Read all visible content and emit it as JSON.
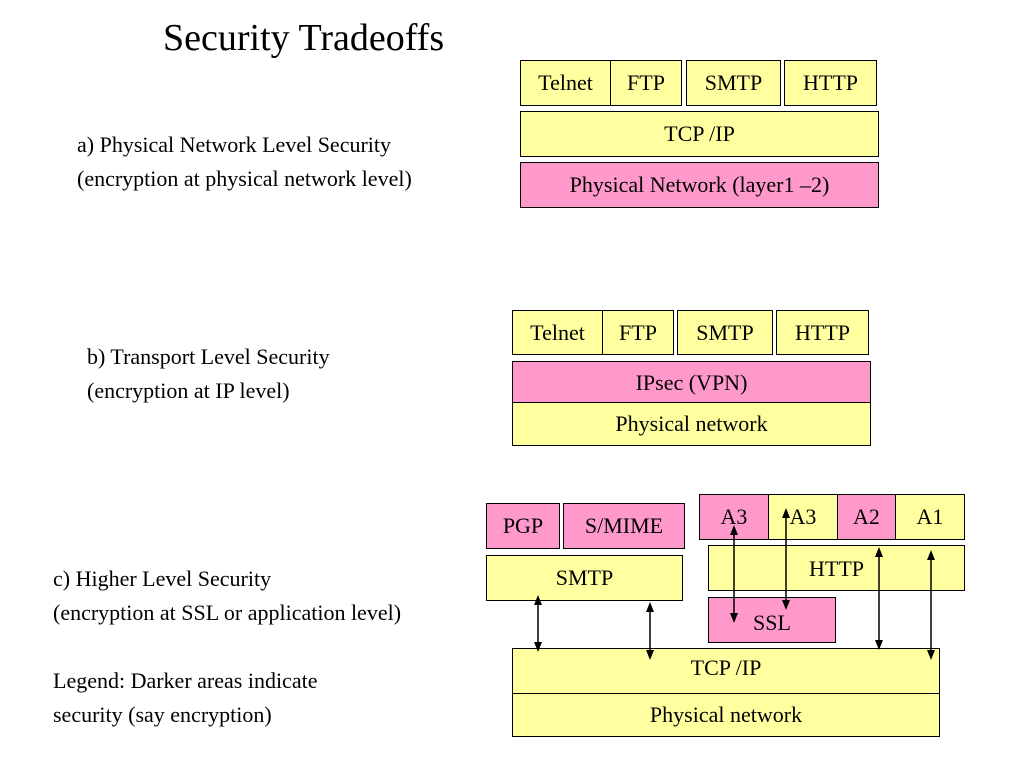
{
  "title": "Security Tradeoffs",
  "section_a": {
    "line1": "a) Physical Network Level Security",
    "line2": "(encryption at physical network level)",
    "apps": [
      "Telnet",
      "FTP",
      "SMTP",
      "HTTP"
    ],
    "transport": "TCP /IP",
    "physical": "Physical Network (layer1 –2)"
  },
  "section_b": {
    "line1": "b) Transport Level Security",
    "line2": "(encryption at IP level)",
    "apps": [
      "Telnet",
      "FTP",
      "SMTP",
      "HTTP"
    ],
    "secure_layer": "IPsec (VPN)",
    "physical": "Physical network"
  },
  "section_c": {
    "line1": "c) Higher Level Security",
    "line2": "(encryption at SSL or application level)",
    "legend_line1": "Legend: Darker areas indicate",
    "legend_line2": "security (say encryption)",
    "mail_apps": [
      "PGP",
      "S/MIME"
    ],
    "smtp": "SMTP",
    "web_apps": [
      "A3",
      "A3",
      "A2",
      "A1"
    ],
    "http": "HTTP",
    "ssl": "SSL",
    "transport": "TCP /IP",
    "physical": "Physical network"
  },
  "colors": {
    "plain_layer": "#ffffa0",
    "secure_layer": "#ff99cc"
  }
}
